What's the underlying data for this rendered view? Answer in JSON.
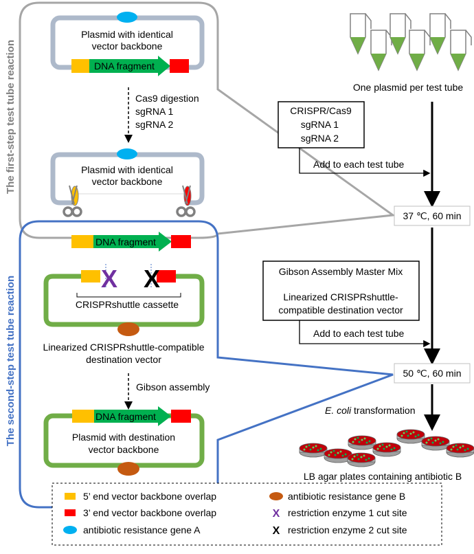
{
  "side_labels": {
    "first": "The first-step test tube reaction",
    "second": "The second-step test tube reaction"
  },
  "step1": {
    "plasmid_label_1": "Plasmid with identical",
    "plasmid_label_2": "vector backbone",
    "fragment_label": "DNA fragment",
    "digest_1": "Cas9 digestion",
    "digest_2": "sgRNA 1",
    "digest_3": "sgRNA 2",
    "cut_plasmid_label_1": "Plasmid with identical",
    "cut_plasmid_label_2": "vector backbone"
  },
  "step2": {
    "fragment_label": "DNA fragment",
    "cassette_label": "CRISPRshuttle cassette",
    "cut1_glyph": "X",
    "cut2_glyph": "X",
    "dest_label_1": "Linearized CRISPRshuttle-compatible",
    "dest_label_2": "destination vector",
    "gibson": "Gibson assembly",
    "final_fragment_label": "DNA fragment",
    "final_label_1": "Plasmid with destination",
    "final_label_2": "vector backbone"
  },
  "workflow": {
    "tubes_caption": "One plasmid per test tube",
    "box1_line1": "CRISPR/Cas9",
    "box1_line2": "sgRNA 1",
    "box1_line3": "sgRNA 2",
    "add1": "Add to each test tube",
    "cond1": "37 ℃, 60 min",
    "box2_line1": "Gibson Assembly Master Mix",
    "box2_line2": "Linearized CRISPRshuttle-",
    "box2_line3": "compatible destination vector",
    "add2": "Add to each test tube",
    "cond2": "50 ℃, 60 min",
    "transform_italic": "E. coli",
    "transform_rest": " transformation",
    "plates_caption": "LB agar plates containing antibiotic B"
  },
  "legend": {
    "item1": "5’ end vector backbone overlap",
    "item2": "3’ end vector backbone overlap",
    "item3": "antibiotic resistance gene A",
    "item4": "antibiotic resistance gene B",
    "item5": "restriction enzyme 1 cut site",
    "item6": "restriction enzyme 2 cut site",
    "x1": "X",
    "x2": "X"
  },
  "colors": {
    "orange": "#ffc000",
    "red": "#ff0000",
    "green": "#00b050",
    "cyan": "#00b0f0",
    "brown": "#c55a11",
    "purple": "#7030a0",
    "grey_backbone": "#adb9ca",
    "green_backbone": "#70ad47",
    "blue_frame": "#4472c4",
    "grey_frame": "#a6a6a6"
  }
}
